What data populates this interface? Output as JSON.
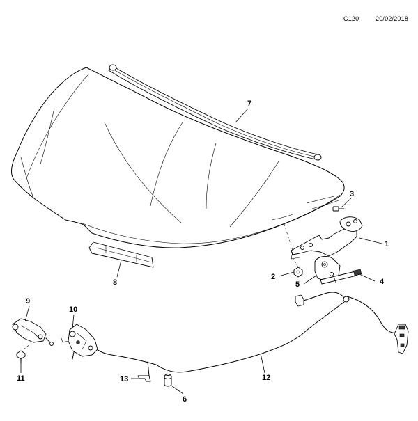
{
  "header": {
    "code": "C120",
    "date": "20/02/2018"
  },
  "callouts": {
    "c1": "1",
    "c2": "2",
    "c3": "3",
    "c4": "4",
    "c5": "5",
    "c6": "6",
    "c7": "7",
    "c8": "8",
    "c9": "9",
    "c10": "10",
    "c11": "11",
    "c12": "12",
    "c13": "13"
  }
}
